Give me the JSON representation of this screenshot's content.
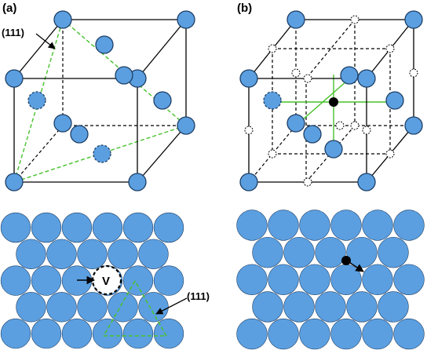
{
  "panels": [
    {
      "label": "(a)",
      "annotation": "(111)"
    },
    {
      "label": "(b)"
    }
  ],
  "bottom_left": {
    "vacancy_label": "V",
    "plane_label": "(111)"
  },
  "colors": {
    "atom_fill": "#5b9fe0",
    "atom_stroke": "#1e3f66",
    "edge": "#000000",
    "plane": "#47c22c",
    "interstitial": "#000000"
  }
}
